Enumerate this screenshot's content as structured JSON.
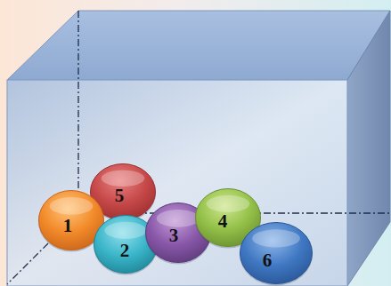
{
  "diagram": {
    "nodes": [
      {
        "text": [
          "1"
        ]
      },
      {
        "text": [
          "5"
        ]
      },
      {
        "text": [
          "2"
        ]
      },
      {
        "text": [
          "3"
        ]
      },
      {
        "text": [
          "4"
        ]
      },
      {
        "text": [
          "6"
        ]
      }
    ]
  }
}
